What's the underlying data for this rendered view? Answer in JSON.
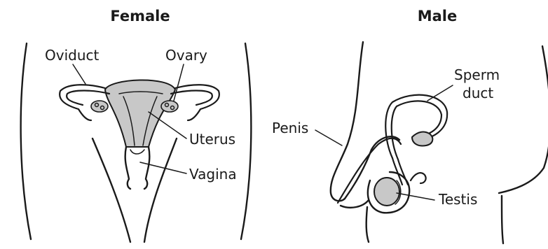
{
  "female": {
    "heading": "Female",
    "labels": {
      "oviduct": "Oviduct",
      "ovary": "Ovary",
      "uterus": "Uterus",
      "vagina": "Vagina"
    }
  },
  "male": {
    "heading": "Male",
    "labels": {
      "sperm_duct_line1": "Sperm",
      "sperm_duct_line2": "duct",
      "penis": "Penis",
      "testis": "Testis"
    }
  },
  "colors": {
    "outline": "#1a1a1a",
    "organ_fill": "#c8c8c8",
    "background": "#ffffff"
  }
}
